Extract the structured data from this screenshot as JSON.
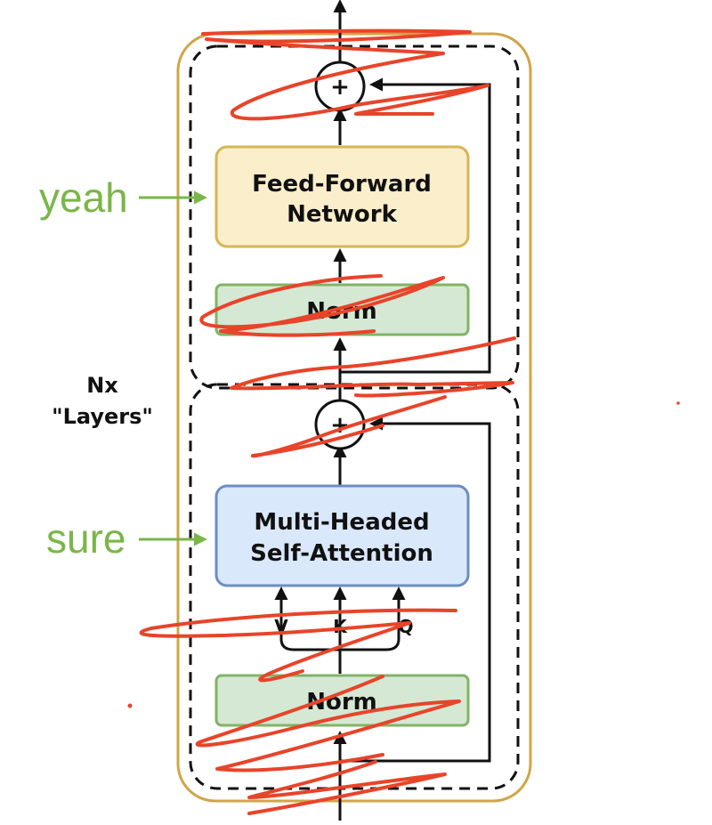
{
  "colors": {
    "outer_border": "#d1a547",
    "ffn_fill": "#fbeecb",
    "ffn_stroke": "#d6b656",
    "norm_fill": "#d5e8d4",
    "norm_stroke": "#82b366",
    "mha_fill": "#dae8fc",
    "mha_stroke": "#6c8ebf",
    "annotation": "#7ab648",
    "scribble": "#e8442a"
  },
  "blocks": {
    "ffn": {
      "line1": "Feed-Forward",
      "line2": "Network"
    },
    "norm_top": "Norm",
    "mha": {
      "line1": "Multi-Headed",
      "line2": "Self-Attention"
    },
    "norm_bottom": "Norm",
    "add_symbol_top": "+",
    "add_symbol_bottom": "+"
  },
  "attention_inputs": [
    "V",
    "K",
    "Q"
  ],
  "layer_count": {
    "line1": "Nx",
    "line2": "\"Layers\""
  },
  "annotations": {
    "top": "yeah",
    "bottom": "sure"
  }
}
